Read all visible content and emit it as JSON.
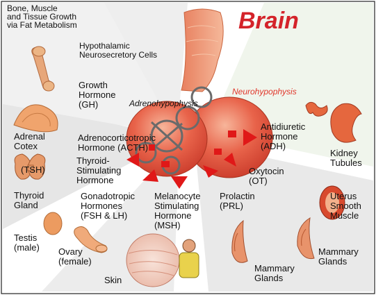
{
  "diagram": {
    "title": "Brain",
    "header_note": "Bone, Muscle\nand Tissue Growth\nvia Fat Metabolism",
    "labels": {
      "hypothalamic": "Hypothalamic\nNeurosecretory Cells",
      "adenohypophysis": "Adrenohypophysis",
      "neurohypophysis": "Neurohypophysis",
      "growth_hormone": "Growth\nHormone\n(GH)",
      "adrenal_cortex": "Adrenal\nCotex",
      "acth": "Adrenocorticotropic\nHormone (ACTH)",
      "adh": "Antidiuretic\nHormone\n(ADH)",
      "kidney_tubules": "Kidney\nTubules",
      "tsh_small": "(TSH)",
      "tsh": "Thyroid-\nStimulating\nHormone",
      "oxytocin": "Oxytocin\n(OT)",
      "thyroid_gland": "Thyroid\nGland",
      "gonadotropic": "Gonadotropic\nHormones\n(FSH & LH)",
      "msh": "Melanocyte\nStimulating\nHormone\n(MSH)",
      "prolactin": "Prolactin\n(PRL)",
      "uterus": "Uterus\nSmooth\nMuscle",
      "testis": "Testis\n(male)",
      "ovary": "Ovary\n(female)",
      "mammary_right": "Mammary\nGlands",
      "mammary_bottom": "Mammary\nGlands",
      "skin": "Skin"
    },
    "colors": {
      "brain_title": "#d4232a",
      "neurohypophysis_label": "#e0362a",
      "gland": "#e2543c",
      "arrows": "#e01818"
    }
  }
}
